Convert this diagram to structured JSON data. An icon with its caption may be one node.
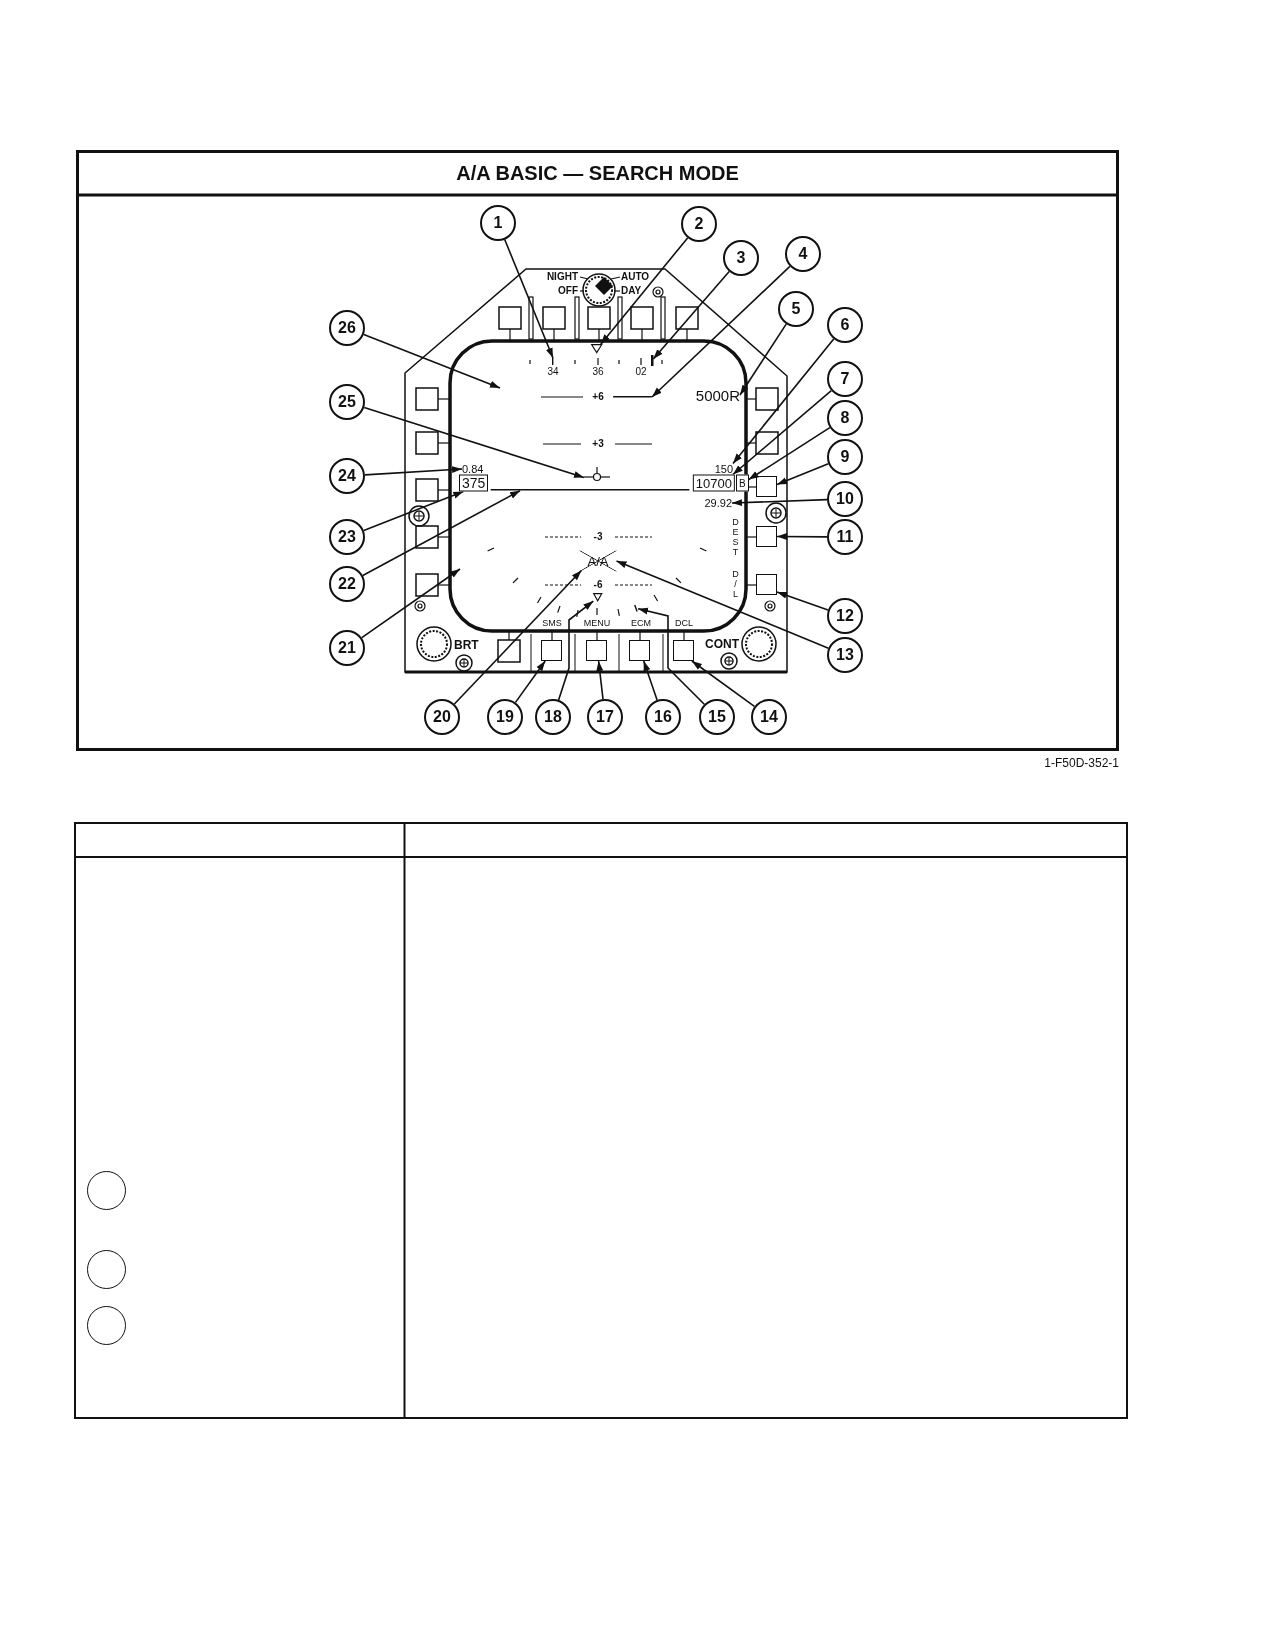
{
  "diagram": {
    "title": "A/A BASIC — SEARCH MODE",
    "nodes": [
      {
        "text": [
          "1"
        ]
      },
      {
        "text": [
          "2"
        ]
      },
      {
        "text": [
          "3"
        ]
      },
      {
        "text": [
          "4"
        ]
      },
      {
        "text": [
          "5"
        ]
      },
      {
        "text": [
          "6"
        ]
      },
      {
        "text": [
          "7"
        ]
      },
      {
        "text": [
          "8"
        ]
      },
      {
        "text": [
          "9"
        ]
      },
      {
        "text": [
          "10"
        ]
      },
      {
        "text": [
          "11"
        ]
      },
      {
        "text": [
          "12"
        ]
      },
      {
        "text": [
          "13"
        ]
      },
      {
        "text": [
          "14"
        ]
      },
      {
        "text": [
          "15"
        ]
      },
      {
        "text": [
          "16"
        ]
      },
      {
        "text": [
          "17"
        ]
      },
      {
        "text": [
          "18"
        ]
      },
      {
        "text": [
          "19"
        ]
      },
      {
        "text": [
          "20"
        ]
      },
      {
        "text": [
          "21"
        ]
      },
      {
        "text": [
          "22"
        ]
      },
      {
        "text": [
          "23"
        ]
      },
      {
        "text": [
          "24"
        ]
      },
      {
        "text": [
          "25"
        ]
      },
      {
        "text": [
          "26"
        ]
      },
      {
        "text": [
          "5000R"
        ]
      },
      {
        "text": [
          "150"
        ]
      },
      {
        "text": [
          "10700"
        ]
      },
      {
        "text": [
          "B"
        ]
      },
      {
        "text": [
          "29.92"
        ]
      },
      {
        "text": [
          "0.84"
        ]
      },
      {
        "text": [
          "375"
        ]
      },
      {
        "text": [
          "A/A"
        ]
      },
      {
        "text": [],
        "shape": "box"
      },
      {
        "text": [],
        "shape": "box"
      },
      {
        "text": [],
        "shape": "box"
      },
      {
        "text": [],
        "shape": "box"
      },
      {
        "text": [],
        "shape": "box"
      },
      {
        "text": [],
        "shape": "box"
      },
      {
        "text": [],
        "shape": "box"
      },
      {
        "text": [],
        "shape": "circle"
      },
      {
        "text": [],
        "shape": "circle"
      },
      {
        "text": [],
        "shape": "circle"
      },
      {
        "text": [],
        "shape": "tick"
      },
      {
        "text": [],
        "shape": "triangle"
      },
      {
        "text": [],
        "shape": "tick"
      },
      {
        "text": [],
        "shape": "line"
      },
      {
        "text": [],
        "shape": "tick"
      },
      {
        "text": [],
        "shape": "triangle"
      },
      {
        "text": [],
        "shape": "line"
      },
      {
        "text": [],
        "shape": "symbol"
      }
    ],
    "edges": [
      {
        "from": 0,
        "to": 44,
        "arrow": "to"
      },
      {
        "from": 1,
        "to": 45,
        "arrow": "to"
      },
      {
        "from": 2,
        "to": 46,
        "arrow": "to"
      },
      {
        "from": 3,
        "to": 47,
        "arrow": "to"
      },
      {
        "from": 4,
        "to": 26,
        "arrow": "to"
      },
      {
        "from": 5,
        "to": 27,
        "arrow": "to"
      },
      {
        "from": 6,
        "to": 28,
        "arrow": "to"
      },
      {
        "from": 7,
        "to": 29,
        "arrow": "to"
      },
      {
        "from": 8,
        "to": 34,
        "arrow": "to"
      },
      {
        "from": 9,
        "to": 30,
        "arrow": "to"
      },
      {
        "from": 10,
        "to": 35,
        "arrow": "to"
      },
      {
        "from": 11,
        "to": 36,
        "arrow": "to"
      },
      {
        "from": 12,
        "to": 33,
        "arrow": "to"
      },
      {
        "from": 13,
        "to": 37,
        "arrow": "to"
      },
      {
        "from": 14,
        "to": 48,
        "arrow": "to"
      },
      {
        "from": 15,
        "to": 38,
        "arrow": "to"
      },
      {
        "from": 16,
        "to": 39,
        "arrow": "to"
      },
      {
        "from": 17,
        "to": 49,
        "arrow": "to"
      },
      {
        "from": 18,
        "to": 40,
        "arrow": "to"
      },
      {
        "from": 19,
        "to": 33,
        "arrow": "to"
      },
      {
        "from": 20,
        "to": null,
        "arrow": "to"
      },
      {
        "from": 21,
        "to": 50,
        "arrow": "to"
      },
      {
        "from": 22,
        "to": 32,
        "arrow": "to"
      },
      {
        "from": 23,
        "to": 31,
        "arrow": "to"
      },
      {
        "from": 24,
        "to": 51,
        "arrow": "to"
      },
      {
        "from": 25,
        "to": null,
        "arrow": "to"
      }
    ],
    "labels": [
      "NIGHT",
      "AUTO",
      "OFF",
      "DAY",
      "34",
      "36",
      "02",
      "+6",
      "+3",
      "-3",
      "DEST",
      "-6",
      "D/L",
      "SMS",
      "MENU",
      "ECM",
      "DCL",
      "BRT",
      "CONT",
      "1-F50D-352-1"
    ]
  }
}
